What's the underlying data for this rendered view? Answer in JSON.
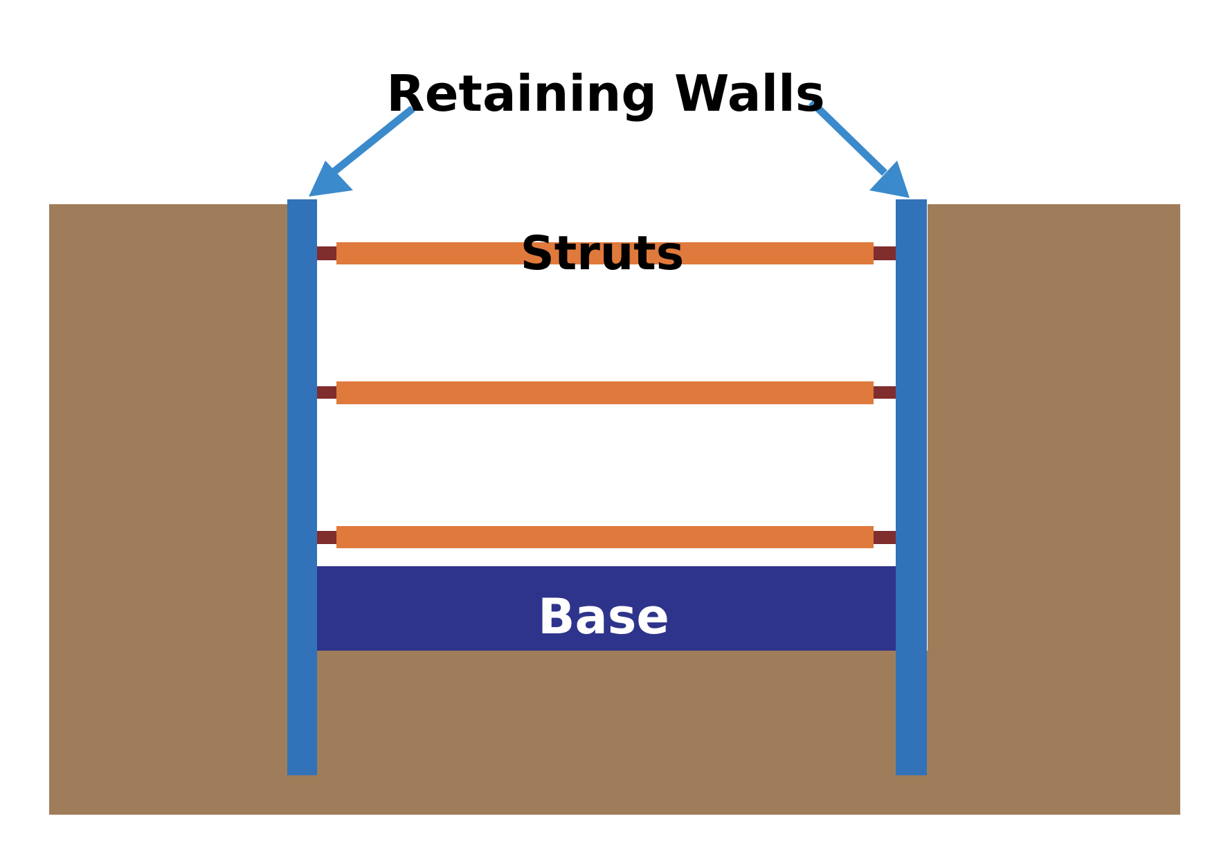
{
  "labels": {
    "retaining_walls": "Retaining Walls",
    "struts": "Struts",
    "base": "Base"
  },
  "colors": {
    "soil": "#A07D5A",
    "wall": "#3272B8",
    "strut": "#DF793C",
    "strut_connector": "#7F2D2D",
    "base": "#2E348B",
    "arrow": "#3B8ACB",
    "label_dark": "#000000",
    "label_light": "#FFFFFF"
  }
}
